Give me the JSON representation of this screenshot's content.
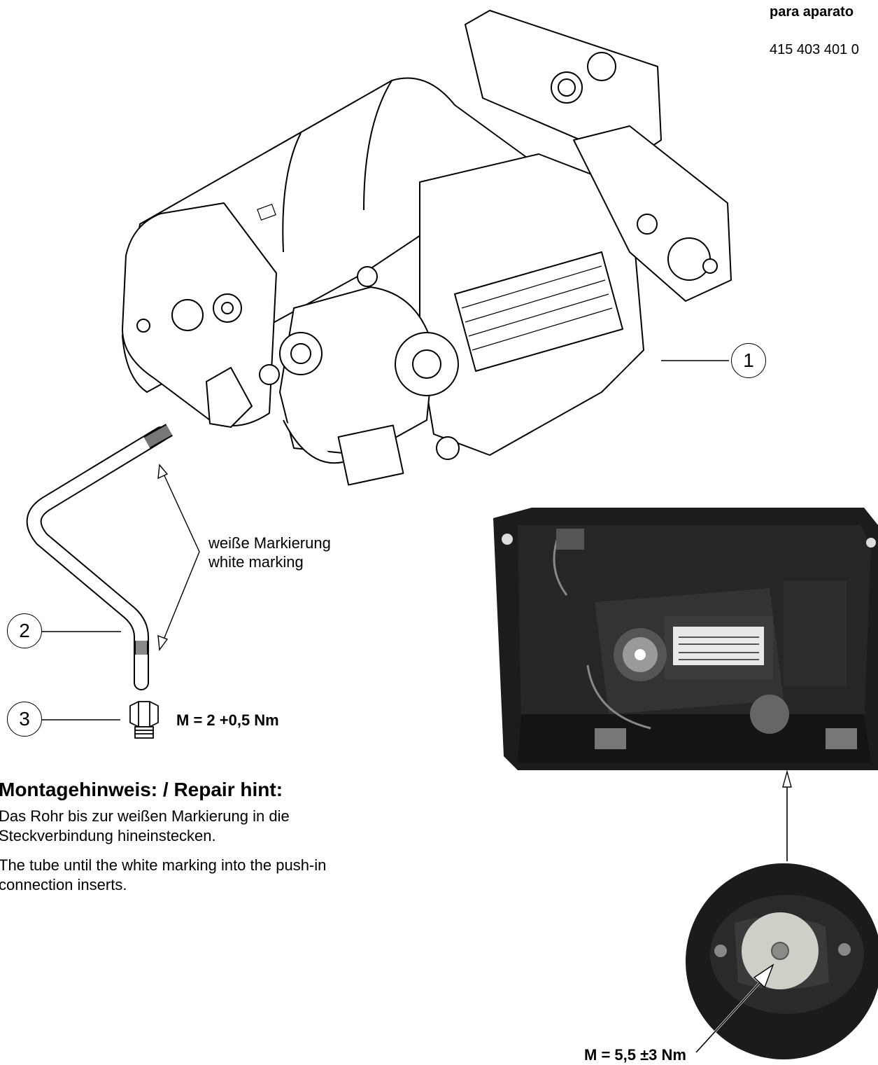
{
  "header": {
    "title_partial": "para aparato",
    "part_number_partial": "415 403 401 0"
  },
  "callouts": [
    {
      "number": "1"
    },
    {
      "number": "2"
    },
    {
      "number": "3"
    }
  ],
  "marking_label": {
    "line1": "weiße Markierung",
    "line2": "white marking"
  },
  "torque": {
    "fitting": "M = 2 +0,5 Nm",
    "mount": "M = 5,5 ±3 Nm"
  },
  "note": {
    "title": "Montagehinweis: / Repair hint:",
    "de_line1": "Das Rohr bis zur weißen Markierung in die",
    "de_line2": "Steckverbindung hineinstecken.",
    "en_line1": "The tube until the white marking into the push-in",
    "en_line2": "connection inserts."
  },
  "colors": {
    "ink": "#000000",
    "paper": "#ffffff",
    "photo_dark": "#1a1a1a"
  }
}
